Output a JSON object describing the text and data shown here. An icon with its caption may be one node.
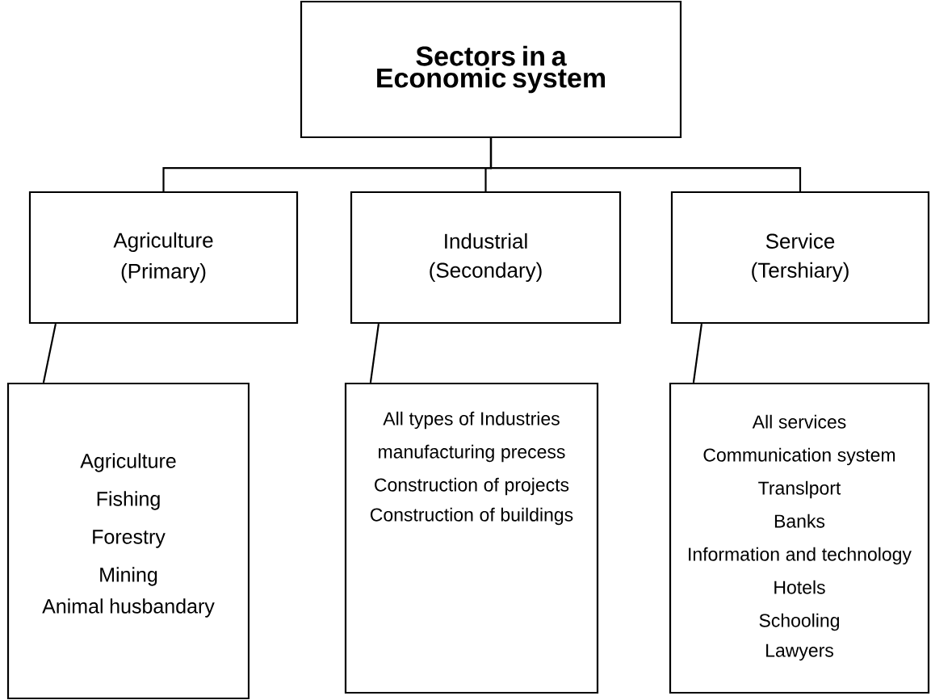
{
  "diagram": {
    "nodes": [
      {
        "text": [
          "Sectors in a Economic system"
        ]
      },
      {
        "text": [
          "Agriculture",
          "(Primary)"
        ]
      },
      {
        "text": [
          "Industrial",
          "(Secondary)"
        ]
      },
      {
        "text": [
          "Service",
          "(Tershiary)"
        ]
      },
      {
        "text": [
          "Agriculture",
          "Fishing",
          "Forestry",
          "Mining",
          "Animal husbandary"
        ]
      },
      {
        "text": [
          "All types of Industries",
          "manufacturing precess",
          "Construction of projects",
          "Construction of buildings"
        ]
      },
      {
        "text": [
          "All services",
          "Communication system",
          "Translport",
          "Banks",
          "Information and technology",
          "Hotels",
          "Schooling",
          "Lawyers"
        ]
      }
    ],
    "edges": [
      {
        "from": 0,
        "to": 1,
        "arrow": "none"
      },
      {
        "from": 0,
        "to": 2,
        "arrow": "none"
      },
      {
        "from": 0,
        "to": 3,
        "arrow": "none"
      },
      {
        "from": 1,
        "to": 4,
        "arrow": "none"
      },
      {
        "from": 2,
        "to": 5,
        "arrow": "none"
      },
      {
        "from": 3,
        "to": 6,
        "arrow": "none"
      }
    ]
  }
}
